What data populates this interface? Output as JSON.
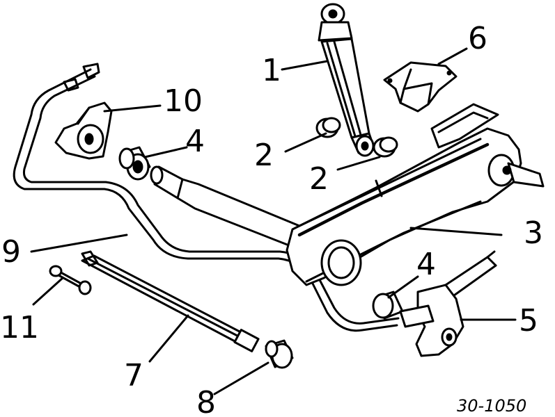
{
  "callouts": {
    "c1": "1",
    "c2a": "2",
    "c2b": "2",
    "c3": "3",
    "c4a": "4",
    "c4b": "4",
    "c5": "5",
    "c6": "6",
    "c7": "7",
    "c8": "8",
    "c9": "9",
    "c10": "10",
    "c11": "11"
  },
  "reference_code": "30-1050"
}
